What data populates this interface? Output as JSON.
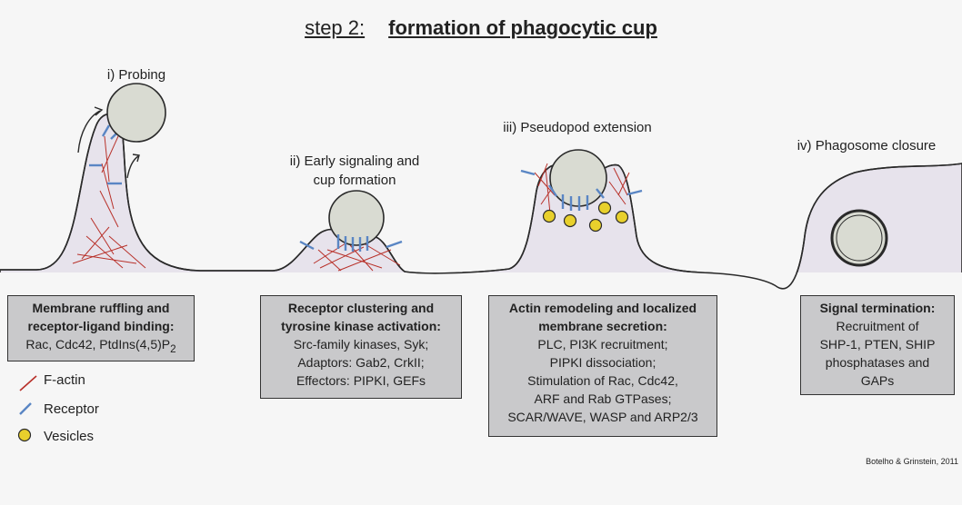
{
  "title": {
    "step": "step 2:",
    "main": "formation of phagocytic cup"
  },
  "stages": [
    {
      "label_lines": [
        "i) Probing"
      ]
    },
    {
      "label_lines": [
        "ii) Early signaling and",
        "cup formation"
      ]
    },
    {
      "label_lines": [
        "iii) Pseudopod extension"
      ]
    },
    {
      "label_lines": [
        "iv) Phagosome closure"
      ]
    }
  ],
  "boxes": [
    {
      "head": [
        "Membrane ruffling and",
        "receptor-ligand binding:"
      ],
      "body": [
        "Rac, Cdc42, PtdIns(4,5)P"
      ],
      "body_subscript": "2"
    },
    {
      "head": [
        "Receptor clustering and",
        "tyrosine kinase activation:"
      ],
      "body": [
        "Src-family kinases, Syk;",
        "Adaptors: Gab2, CrkII;",
        "Effectors: PIPKI, GEFs"
      ]
    },
    {
      "head": [
        "Actin remodeling and localized",
        "membrane secretion:"
      ],
      "body": [
        "PLC, PI3K recruitment;",
        "PIPKI dissociation;",
        "Stimulation of Rac, Cdc42,",
        "ARF and Rab GTPases;",
        "SCAR/WAVE, WASP and ARP2/3"
      ]
    },
    {
      "head": [
        "Signal termination:"
      ],
      "body": [
        "Recruitment of",
        "SHP-1, PTEN, SHIP",
        "phosphatases and",
        "GAPs"
      ]
    }
  ],
  "legend": [
    {
      "label": "F-actin",
      "icon": "f-actin-icon"
    },
    {
      "label": "Receptor",
      "icon": "receptor-icon"
    },
    {
      "label": "Vesicles",
      "icon": "vesicle-icon"
    }
  ],
  "citation": "Botelho & Grinstein, 2011",
  "colors": {
    "membrane": "#e7e3ec",
    "actin": "#b8312a",
    "receptor": "#5a86c4",
    "vesicle": "#e8d02c",
    "box": "#c9c9cb",
    "particle": "#d9dbd2"
  }
}
